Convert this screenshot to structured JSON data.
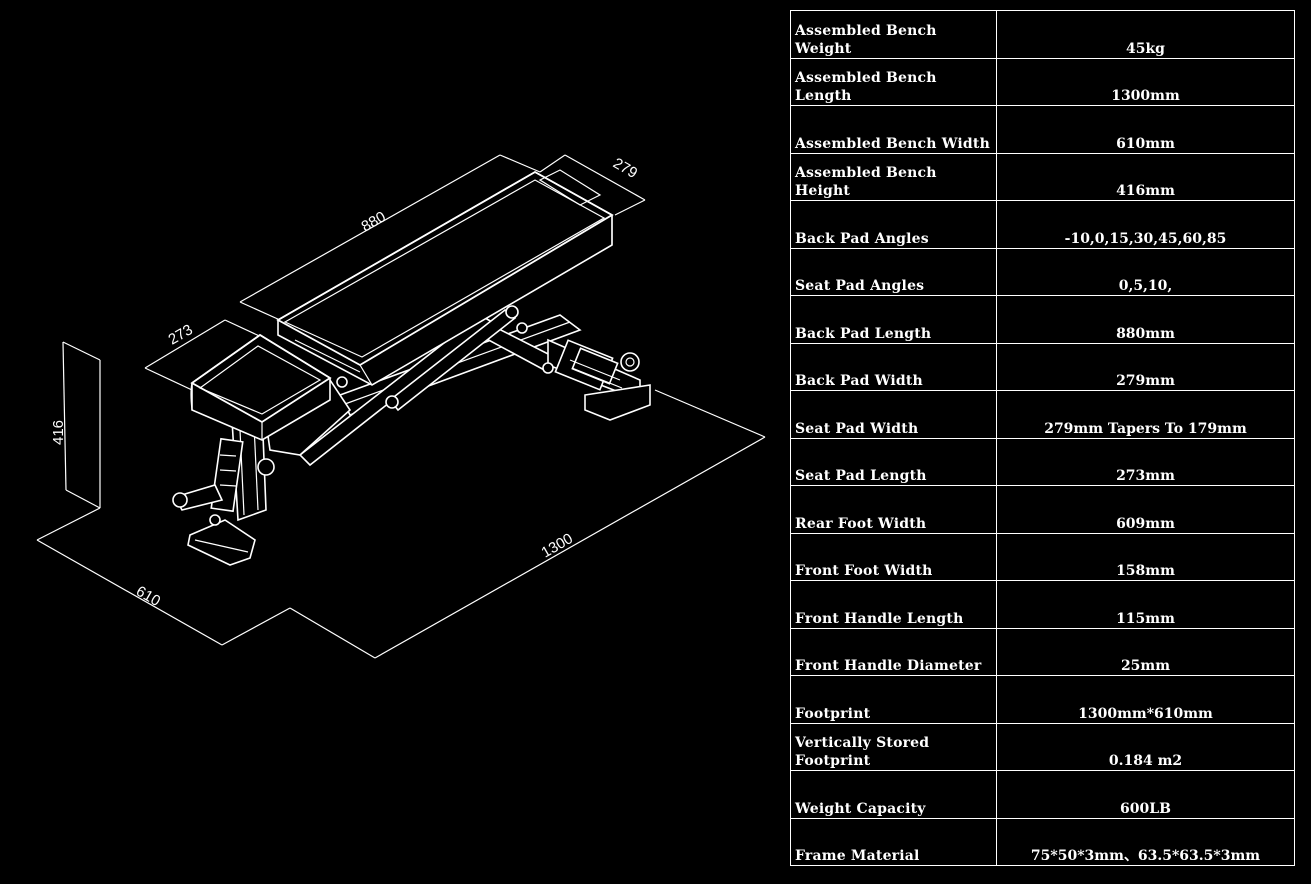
{
  "dimensions": {
    "overall_height": "416",
    "overall_width": "610",
    "overall_length": "1300",
    "seat_length": "273",
    "back_length": "880",
    "back_width": "279"
  },
  "specs": [
    {
      "label": "Assembled Bench Weight",
      "value": "45kg"
    },
    {
      "label": "Assembled Bench Length",
      "value": "1300mm"
    },
    {
      "label": "Assembled Bench Width",
      "value": "610mm"
    },
    {
      "label": "Assembled Bench Height",
      "value": "416mm"
    },
    {
      "label": "Back Pad Angles",
      "value": "-10,0,15,30,45,60,85"
    },
    {
      "label": "Seat Pad Angles",
      "value": "0,5,10,"
    },
    {
      "label": "Back Pad Length",
      "value": "880mm"
    },
    {
      "label": "Back Pad Width",
      "value": "279mm"
    },
    {
      "label": "Seat Pad Width",
      "value": "279mm Tapers To 179mm"
    },
    {
      "label": "Seat Pad Length",
      "value": "273mm"
    },
    {
      "label": "Rear Foot Width",
      "value": "609mm"
    },
    {
      "label": "Front Foot Width",
      "value": "158mm"
    },
    {
      "label": "Front Handle Length",
      "value": "115mm"
    },
    {
      "label": "Front Handle Diameter",
      "value": "25mm"
    },
    {
      "label": "Footprint",
      "value": "1300mm*610mm"
    },
    {
      "label": "Vertically Stored\nFootprint",
      "value": "0.184 m2"
    },
    {
      "label": "Weight Capacity",
      "value": "600LB"
    },
    {
      "label": "Frame Material",
      "value": "75*50*3mm、63.5*63.5*3mm"
    }
  ]
}
